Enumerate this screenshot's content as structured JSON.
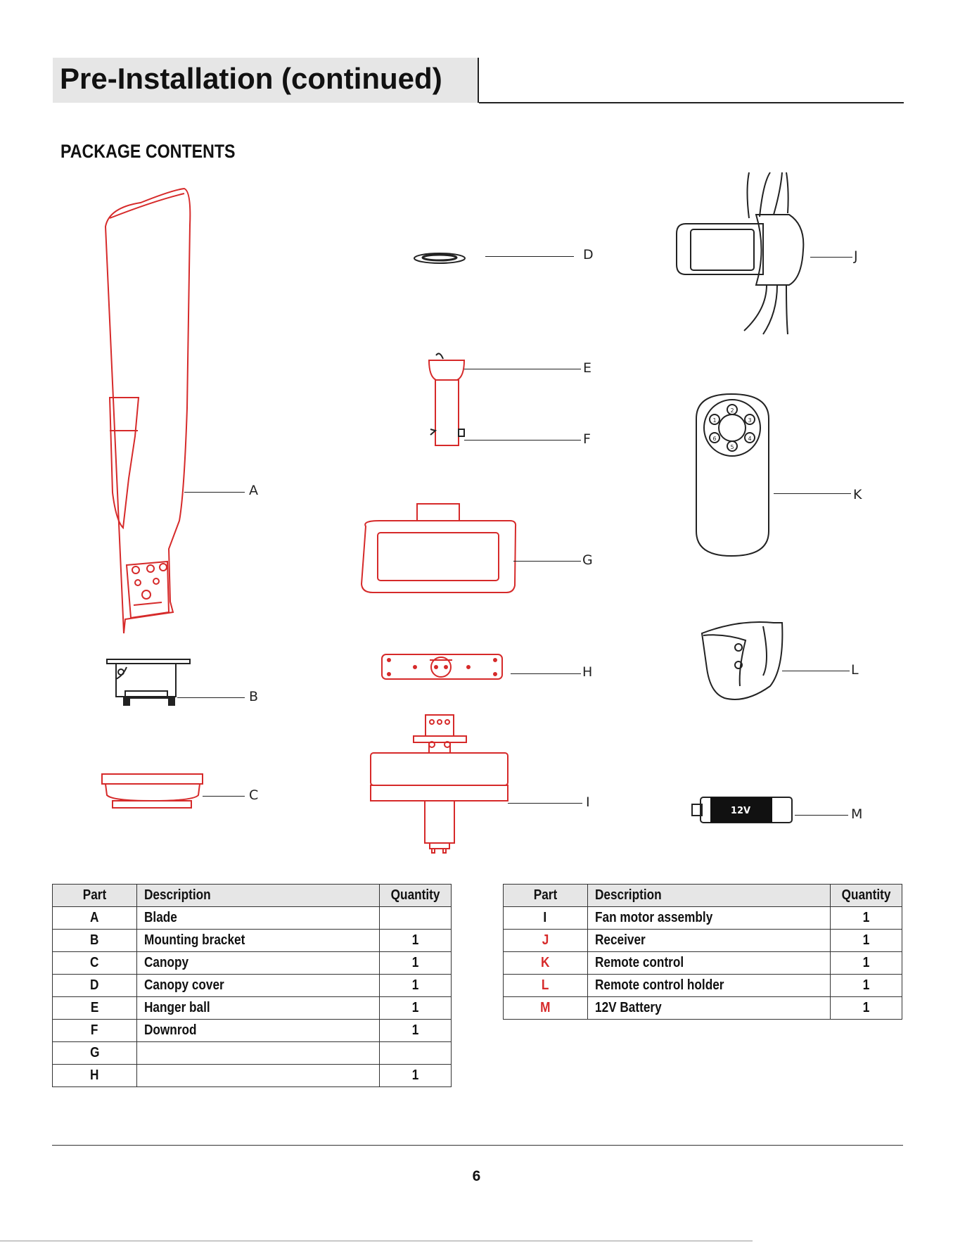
{
  "header": {
    "title": "Pre-Installation (continued)"
  },
  "section": {
    "title": "PACKAGE CONTENTS"
  },
  "callouts": {
    "A": "A",
    "B": "B",
    "C": "C",
    "D": "D",
    "E": "E",
    "F": "F",
    "G": "G",
    "H": "H",
    "I": "I",
    "J": "J",
    "K": "K",
    "L": "L",
    "M": "M"
  },
  "battery_label": "12V",
  "remote_buttons": [
    "1",
    "2",
    "3",
    "4",
    "5",
    "6"
  ],
  "colors": {
    "accent_red": "#d62a2a",
    "header_bg": "#e6e6e6"
  },
  "table_left": {
    "headers": {
      "part": "Part",
      "description": "Description",
      "quantity": "Quantity"
    },
    "rows": [
      {
        "part": "A",
        "description": "Blade",
        "quantity": ""
      },
      {
        "part": "B",
        "description": "Mounting bracket",
        "quantity": "1"
      },
      {
        "part": "C",
        "description": "Canopy",
        "quantity": "1"
      },
      {
        "part": "D",
        "description": "Canopy cover",
        "quantity": "1"
      },
      {
        "part": "E",
        "description": "Hanger ball",
        "quantity": "1"
      },
      {
        "part": "F",
        "description": "Downrod",
        "quantity": "1"
      },
      {
        "part": "G",
        "description": "",
        "quantity": ""
      },
      {
        "part": "H",
        "description": "",
        "quantity": "1"
      }
    ]
  },
  "table_right": {
    "headers": {
      "part": "Part",
      "description": "Description",
      "quantity": "Quantity"
    },
    "rows": [
      {
        "part": "I",
        "description": "Fan motor assembly",
        "quantity": "1"
      },
      {
        "part": "J",
        "description": "Receiver",
        "quantity": "1"
      },
      {
        "part": "K",
        "description": "Remote control",
        "quantity": "1"
      },
      {
        "part": "L",
        "description": "Remote control holder",
        "quantity": "1"
      },
      {
        "part": "M",
        "description": "12V Battery",
        "quantity": "1"
      }
    ]
  },
  "footer": {
    "page_number": "6"
  }
}
